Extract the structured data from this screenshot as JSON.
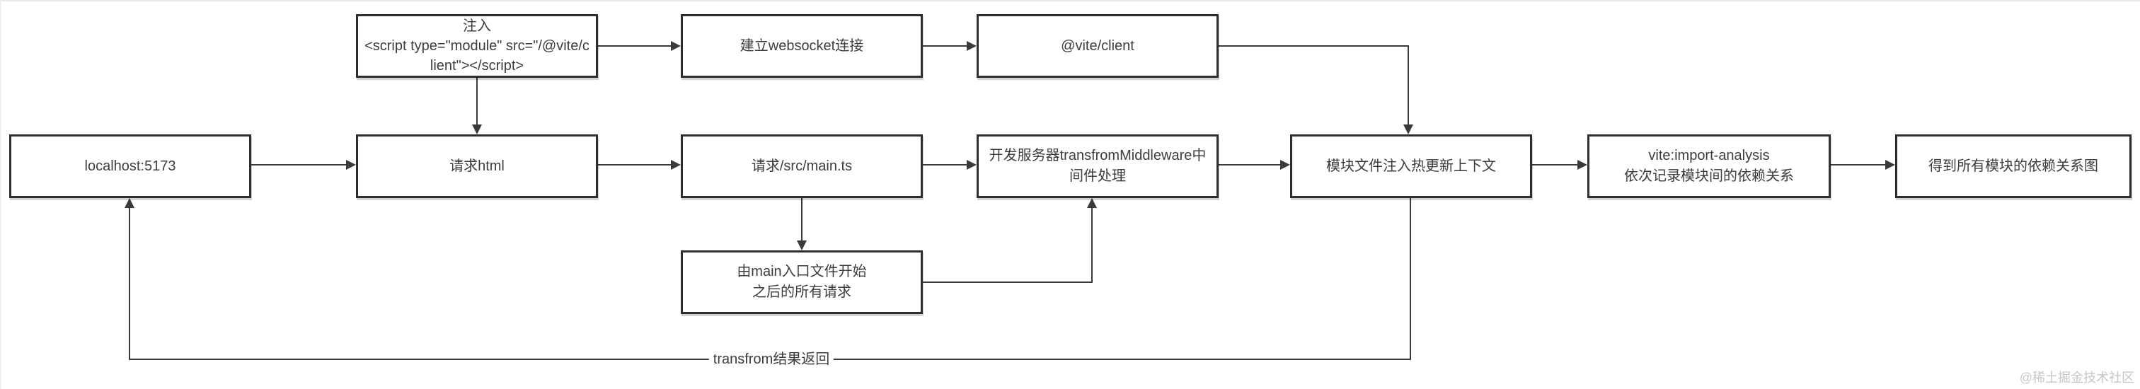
{
  "diagram": {
    "nodes": {
      "inject": {
        "l1": "注入",
        "l2": "<script type=\"module\" src=\"/@vite/c",
        "l3": "lient\"></script>"
      },
      "websocket": {
        "l1": "建立websocket连接"
      },
      "vite_client": {
        "l1": "@vite/client"
      },
      "localhost": {
        "l1": "localhost:5173"
      },
      "request_html": {
        "l1": "请求html"
      },
      "request_main": {
        "l1": "请求/src/main.ts"
      },
      "middleware": {
        "l1": "开发服务器transfromMiddleware中",
        "l2": "间件处理"
      },
      "hmr_context": {
        "l1": "模块文件注入热更新上下文"
      },
      "import_analysis": {
        "l1": "vite:import-analysis",
        "l2": "依次记录模块间的依赖关系"
      },
      "dep_graph": {
        "l1": "得到所有模块的依赖关系图"
      },
      "main_requests": {
        "l1": "由main入口文件开始",
        "l2": "之后的所有请求"
      }
    },
    "edges": {
      "return_label": "transfrom结果返回"
    },
    "watermark": "@稀土掘金技术社区",
    "colors": {
      "box_border": "#2e2e2e",
      "line": "#3a3a3a",
      "text": "#3d3d3d",
      "watermark": "#c6c6c6",
      "background": "#ffffff"
    }
  }
}
